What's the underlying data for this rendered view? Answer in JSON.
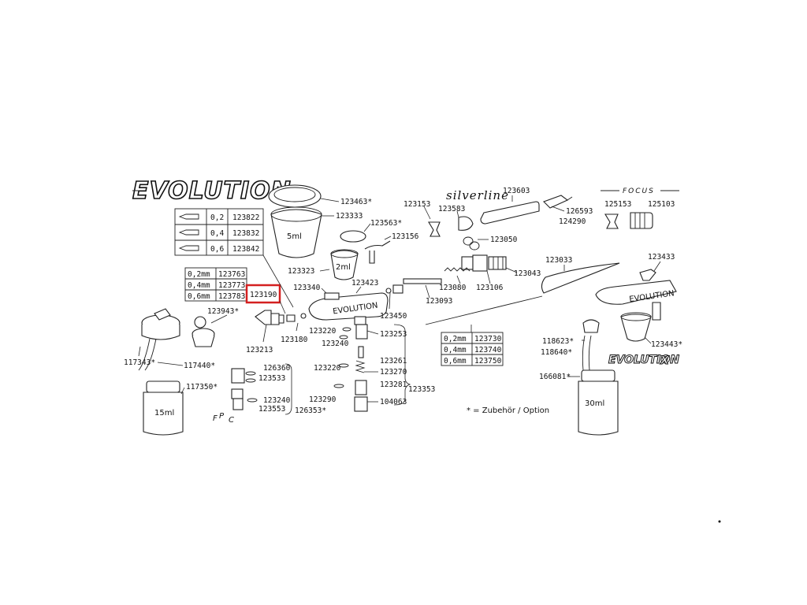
{
  "brand": {
    "evolution_logo": "EVOLUTION",
    "evolution_x_logo": "EVOLUTION",
    "evolution_x_suffix": "X",
    "silverline": "silverline",
    "focus": "FOCUS",
    "body_engraving": "EVOLUTION",
    "body_engraving_right": "EVOLUTION",
    "fpc": {
      "f": "F",
      "p": "P",
      "c": "C"
    }
  },
  "note": "* = Zubehör / Option",
  "capacities": {
    "cup_5ml": "5ml",
    "cup_2ml": "2ml",
    "bottle_15ml": "15ml",
    "bottle_30ml": "30ml"
  },
  "tables": {
    "nozzle_sets": [
      {
        "size": "0,2",
        "part": "123822"
      },
      {
        "size": "0,4",
        "part": "123832"
      },
      {
        "size": "0,6",
        "part": "123842"
      }
    ],
    "nozzles": [
      {
        "size": "0,2mm",
        "part": "123763"
      },
      {
        "size": "0,4mm",
        "part": "123773"
      },
      {
        "size": "0,6mm",
        "part": "123783"
      }
    ],
    "needles": [
      {
        "size": "0,2mm",
        "part": "123730"
      },
      {
        "size": "0,4mm",
        "part": "123740"
      },
      {
        "size": "0,6mm",
        "part": "123750"
      }
    ]
  },
  "highlight": {
    "part": "123190",
    "color": "#d42020"
  },
  "parts": [
    "123463*",
    "123333",
    "123563*",
    "123156",
    "123323",
    "123340",
    "123423",
    "123153",
    "123583",
    "123603",
    "126593",
    "124290",
    "125153",
    "125103",
    "123050",
    "123043",
    "123106",
    "123080",
    "123093",
    "123033",
    "123433",
    "123943*",
    "123213",
    "123180",
    "123450",
    "123220",
    "123240",
    "123253",
    "123261",
    "123270",
    "123281",
    "123290",
    "104063",
    "123353",
    "126360",
    "123533",
    "123240",
    "123553",
    "126353*",
    "117343*",
    "117440*",
    "117350*",
    "118623*",
    "118640*",
    "123443*",
    "166081*"
  ]
}
